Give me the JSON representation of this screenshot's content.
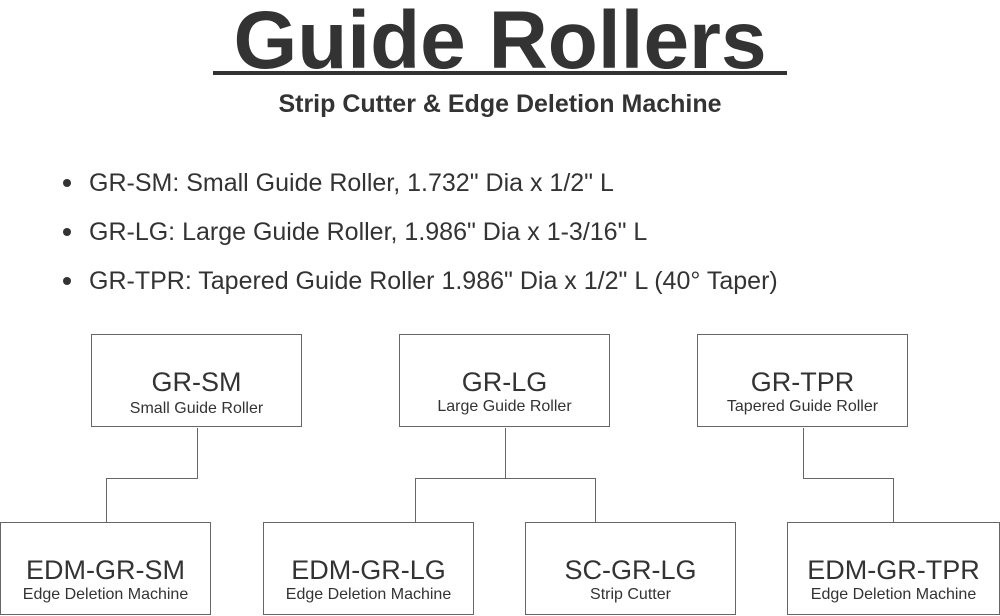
{
  "title": "Guide Rollers",
  "subtitle": "Strip Cutter & Edge Deletion Machine",
  "bullets": [
    "GR-SM: Small Guide Roller, 1.732\" Dia x 1/2\" L",
    "GR-LG: Large Guide Roller, 1.986\" Dia x 1-3/16\" L",
    "GR-TPR: Tapered Guide Roller 1.986\" Dia x 1/2\" L (40° Taper)"
  ],
  "parents": [
    {
      "code": "GR-SM",
      "desc": "Small Guide Roller"
    },
    {
      "code": "GR-LG",
      "desc": "Large Guide Roller"
    },
    {
      "code": "GR-TPR",
      "desc": "Tapered Guide Roller"
    }
  ],
  "children": [
    {
      "code": "EDM-GR-SM",
      "desc": "Edge Deletion Machine"
    },
    {
      "code": "EDM-GR-LG",
      "desc": "Edge Deletion Machine"
    },
    {
      "code": "SC-GR-LG",
      "desc": "Strip Cutter"
    },
    {
      "code": "EDM-GR-TPR",
      "desc": "Edge Deletion Machine"
    }
  ]
}
